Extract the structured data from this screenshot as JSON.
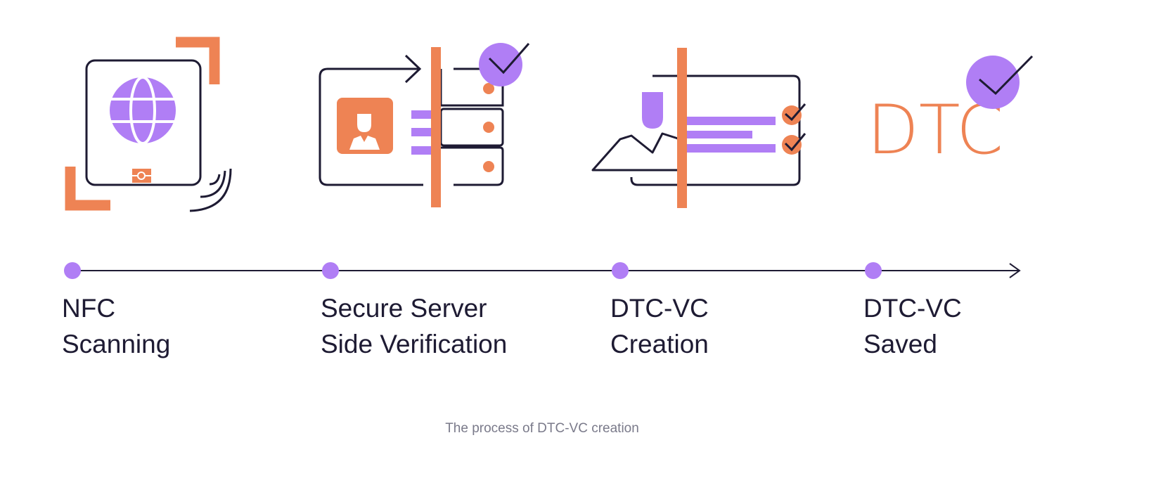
{
  "colors": {
    "orange": "#ee8354",
    "purple": "#b07ef5",
    "ink": "#1e1b33",
    "caption": "#7a7a8a"
  },
  "steps": [
    {
      "line1": "NFC",
      "line2": "Scanning",
      "icon": "passport-nfc-icon"
    },
    {
      "line1": "Secure Server",
      "line2": "Side Verification",
      "icon": "server-verification-icon"
    },
    {
      "line1": "DTC-VC",
      "line2": "Creation",
      "icon": "credential-creation-icon"
    },
    {
      "line1": "DTC-VC",
      "line2": "Saved",
      "icon": "dtc-saved-icon"
    }
  ],
  "dtc_logo_text": "DTC",
  "caption": "The process of DTC-VC creation"
}
